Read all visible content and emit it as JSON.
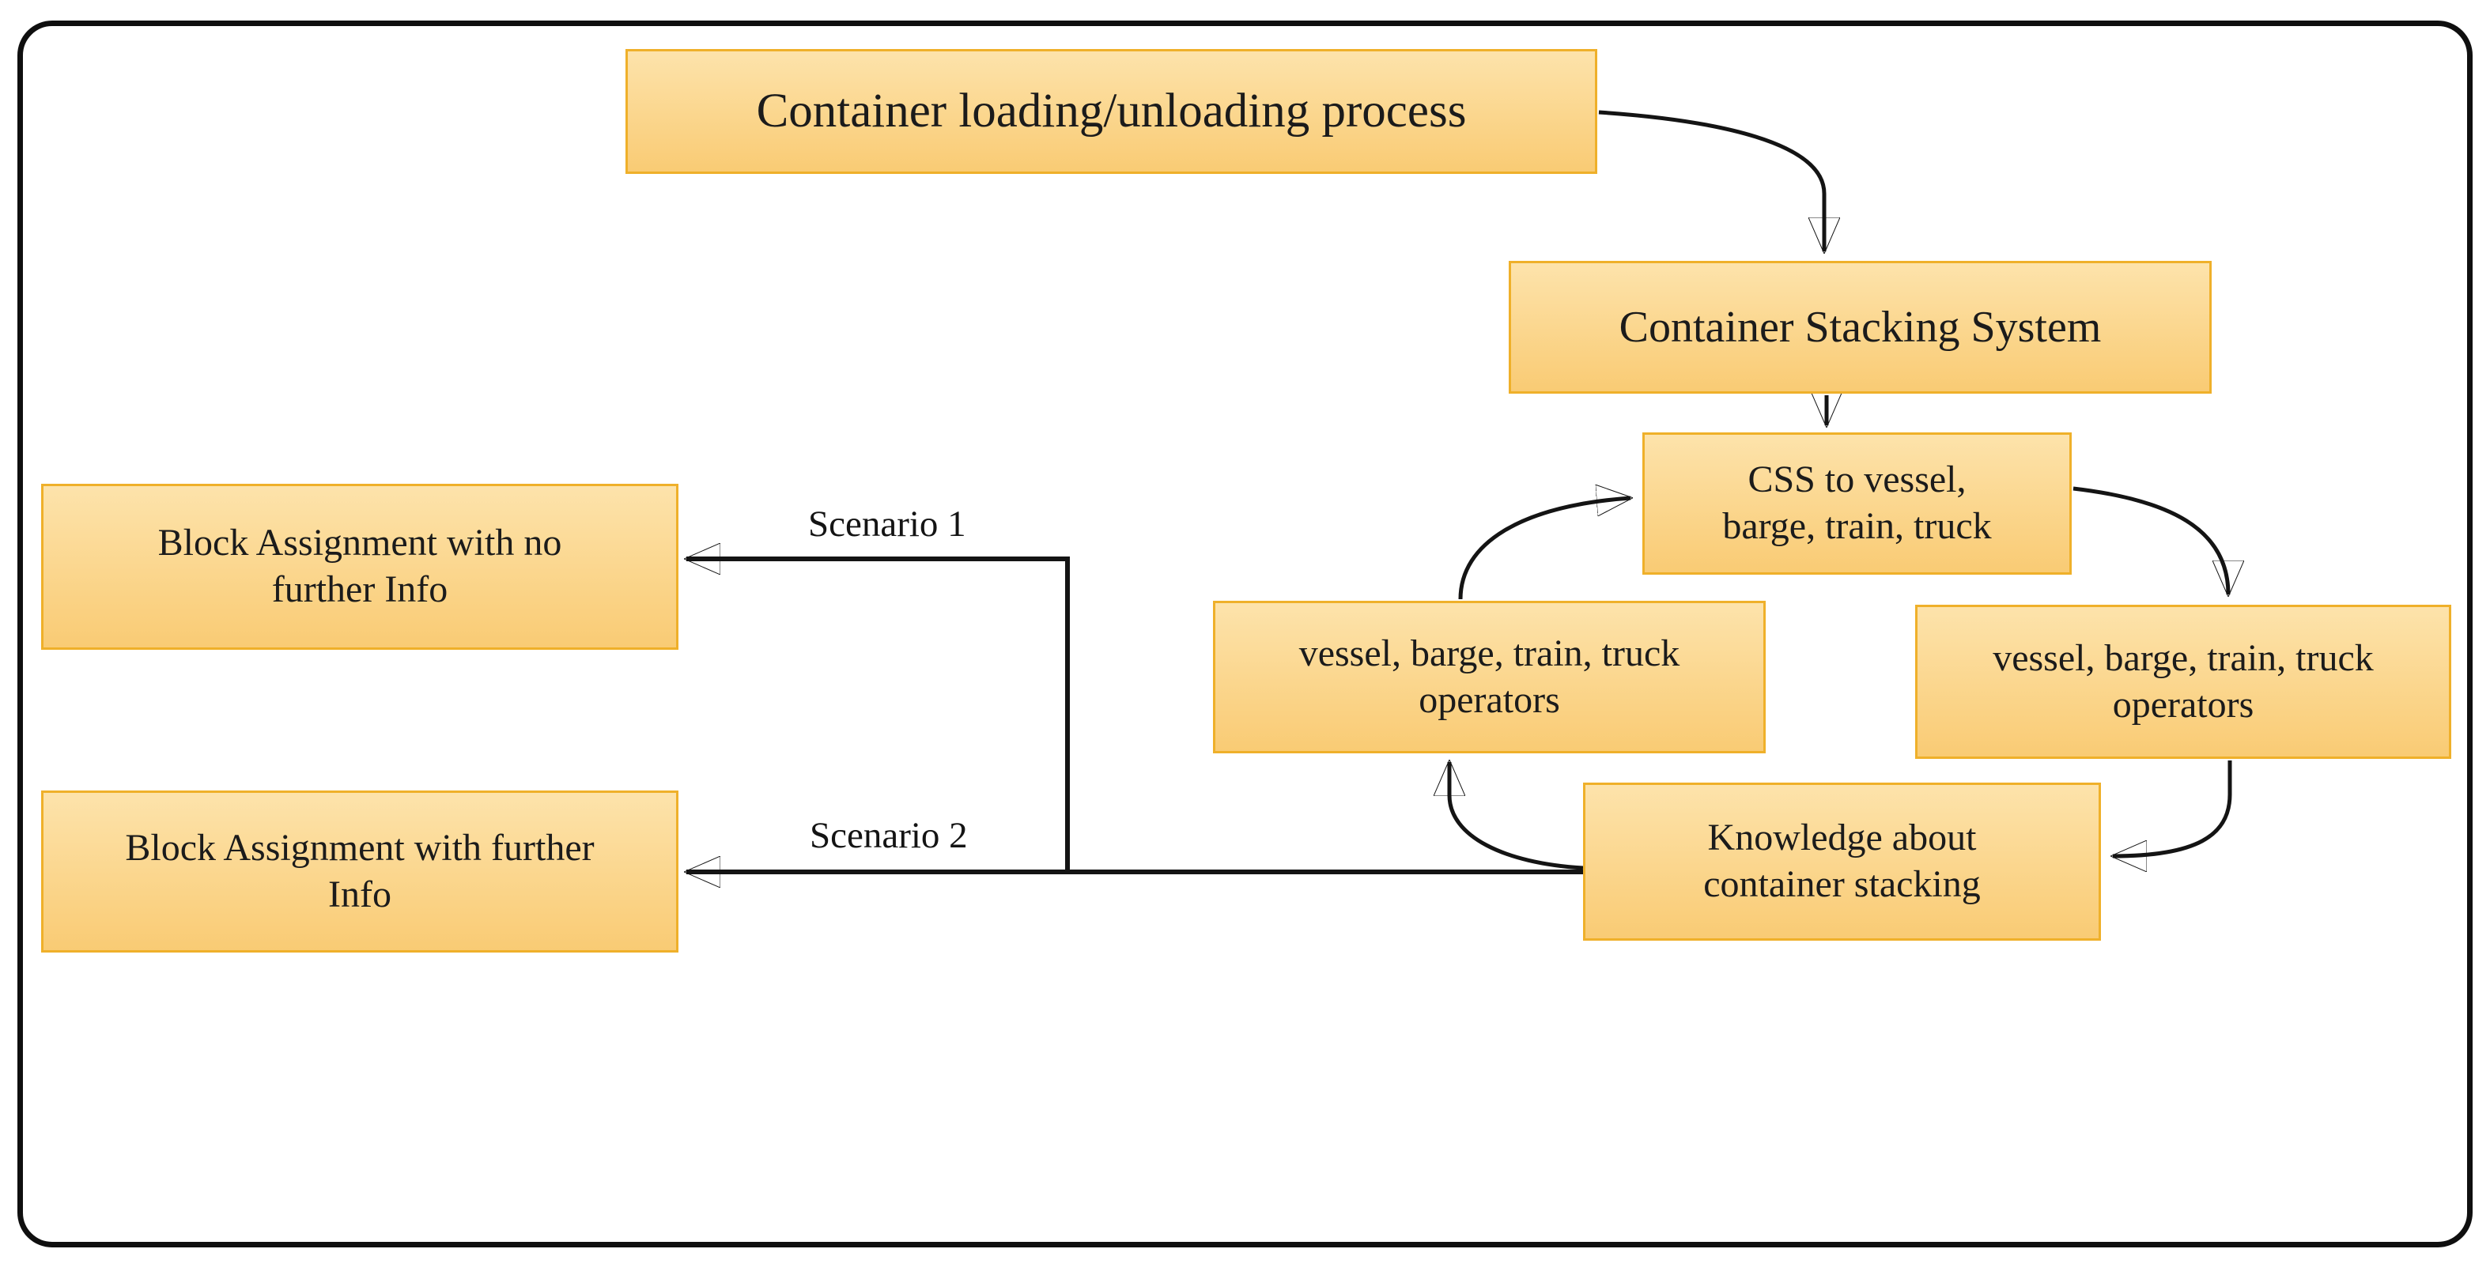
{
  "colors": {
    "node_fill_top": "#fde3ab",
    "node_fill_bottom": "#f9cb74",
    "node_border": "#efb02a",
    "line_color": "#141414",
    "background": "#ffffff"
  },
  "nodes": [
    {
      "id": "loading-process",
      "label": "Container loading/unloading process"
    },
    {
      "id": "stacking-system",
      "label": "Container Stacking System"
    },
    {
      "id": "css-to-modes",
      "label": "CSS to vessel,\nbarge, train, truck"
    },
    {
      "id": "operators-left",
      "label": "vessel, barge, train, truck\noperators"
    },
    {
      "id": "operators-right",
      "label": "vessel, barge, train, truck\noperators"
    },
    {
      "id": "knowledge",
      "label": "Knowledge about\ncontainer stacking"
    },
    {
      "id": "block-no-info",
      "label": "Block Assignment with no\nfurther Info"
    },
    {
      "id": "block-further-info",
      "label": "Block Assignment with further\nInfo"
    }
  ],
  "edge_labels": [
    {
      "id": "scenario-1",
      "label": "Scenario 1"
    },
    {
      "id": "scenario-2",
      "label": "Scenario 2"
    }
  ]
}
